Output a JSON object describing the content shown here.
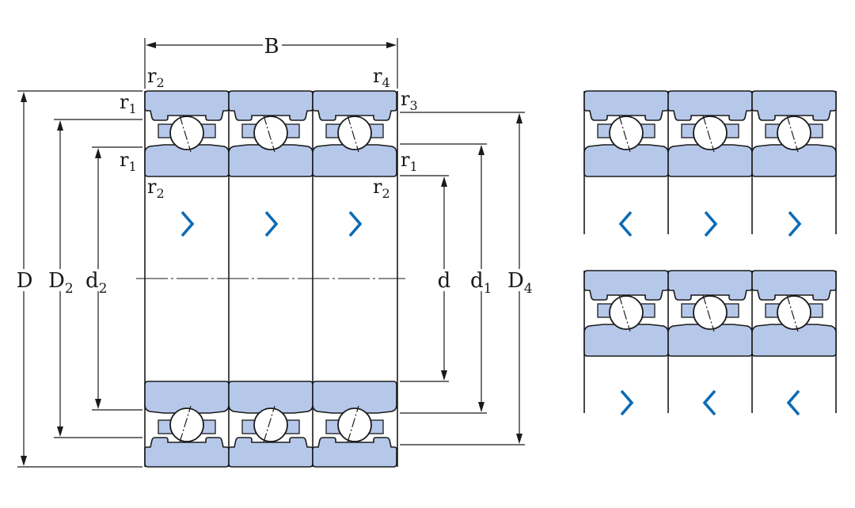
{
  "labels": {
    "B": "B",
    "D": "D",
    "D2_main": "D",
    "D2_sub": "2",
    "d2_main": "d",
    "d2_sub": "2",
    "d": "d",
    "d1_main": "d",
    "d1_sub": "1",
    "D4_main": "D",
    "D4_sub": "4",
    "r1": "r",
    "r1_sub": "1",
    "r2": "r",
    "r2_sub": "2",
    "r3": "r",
    "r3_sub": "3",
    "r4": "r",
    "r4_sub": "4"
  },
  "arrangements": {
    "main": [
      "right",
      "right",
      "right"
    ],
    "top_right": [
      "left",
      "right",
      "right"
    ],
    "bottom_right": [
      "right",
      "left",
      "left"
    ]
  },
  "colors": {
    "ring_fill": "#b6c8ea",
    "outline": "#1a1a1a",
    "arrow": "#0c6bb5"
  }
}
